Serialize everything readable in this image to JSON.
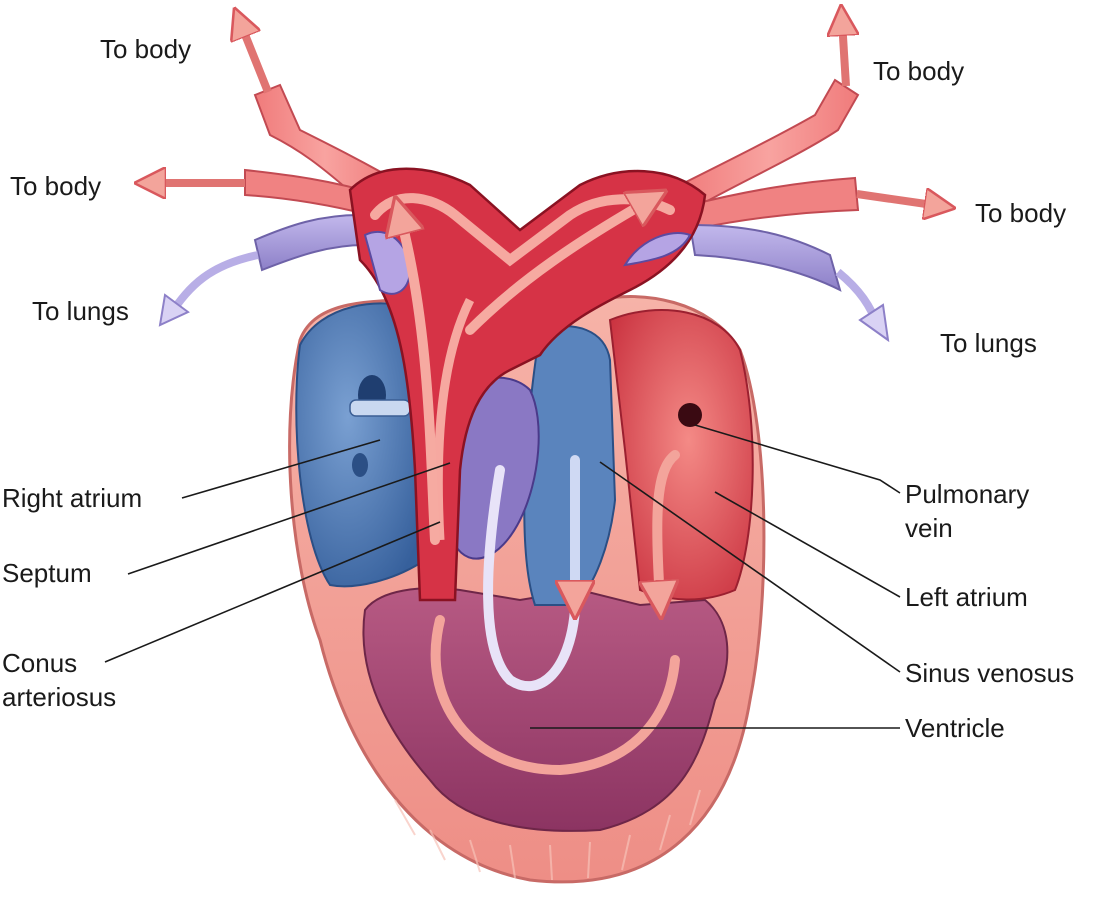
{
  "labels": {
    "to_body_top_left": "To body",
    "to_body_top_right": "To body",
    "to_body_mid_left": "To body",
    "to_body_mid_right": "To body",
    "to_lungs_left": "To lungs",
    "to_lungs_right": "To lungs",
    "right_atrium": "Right atrium",
    "septum": "Septum",
    "conus_line1": "Conus",
    "conus_line2": "arteriosus",
    "pulmonary_line1": "Pulmonary",
    "pulmonary_line2": "vein",
    "left_atrium": "Left atrium",
    "sinus_venosus": "Sinus venosus",
    "ventricle": "Ventricle"
  },
  "colors": {
    "oxygenated": "#e8434f",
    "oxygenated_dark": "#b01e2e",
    "vessel_pink": "#f28a8a",
    "deoxygenated": "#4f78b3",
    "ventricle": "#a4456f",
    "lung_vessel": "#a59ad8",
    "wall": "#f4a49a"
  }
}
